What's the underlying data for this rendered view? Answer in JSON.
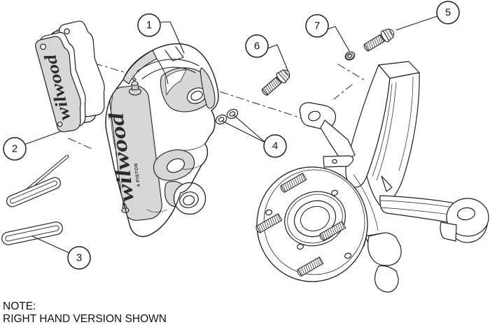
{
  "callouts": [
    {
      "label": "1"
    },
    {
      "label": "2"
    },
    {
      "label": "3"
    },
    {
      "label": "4"
    },
    {
      "label": "5"
    },
    {
      "label": "6"
    },
    {
      "label": "7"
    }
  ],
  "branding": {
    "pad_logo": "wilwood",
    "caliper_logo": "wilwood",
    "caliper_piston_label": "4 PISTON"
  },
  "note": {
    "line1": "NOTE:",
    "line2": "RIGHT HAND VERSION SHOWN"
  },
  "colors": {
    "background": "#ffffff",
    "line": "#1f1f1f",
    "shade": "#d7d7d7",
    "shade_light": "#e9e9e9"
  }
}
